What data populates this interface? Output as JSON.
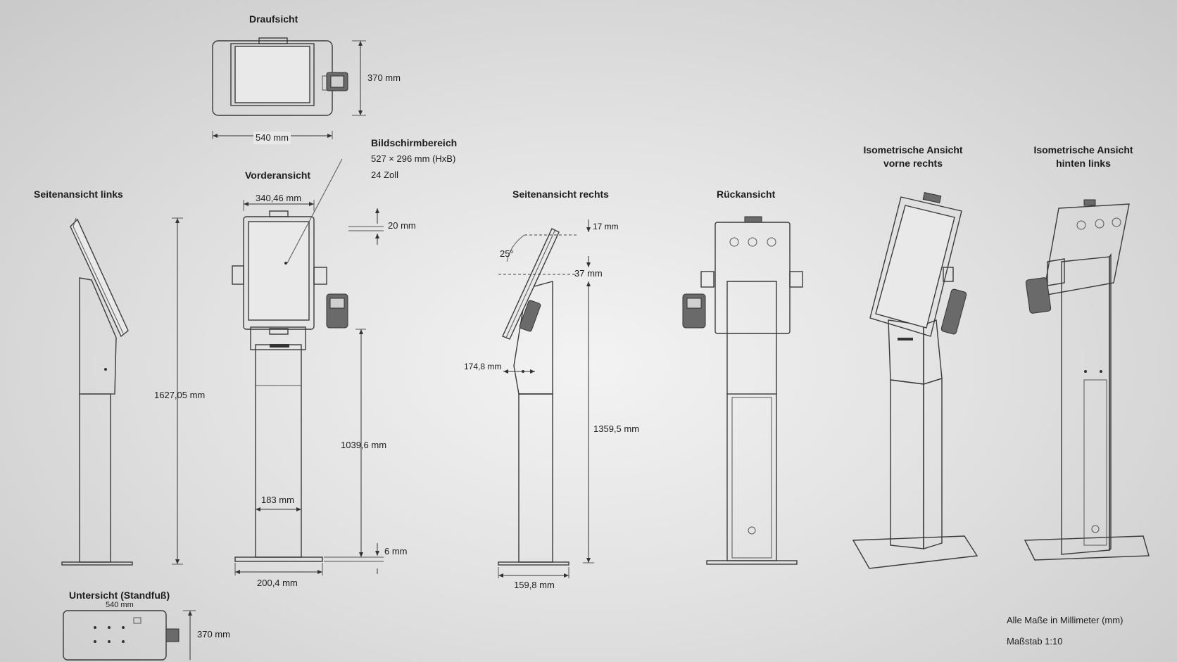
{
  "views": {
    "top": "Draufsicht",
    "front": "Vorderansicht",
    "left": "Seitenansicht links",
    "right": "Seitenansicht rechts",
    "back": "Rückansicht",
    "iso_front": "Isometrische Ansicht\nvorne rechts",
    "iso_back": "Isometrische Ansicht\nhinten links",
    "bottom": "Untersicht (Standfuß)"
  },
  "screen_callout": {
    "title": "Bildschirmbereich",
    "size": "527 × 296 mm (HxB)",
    "diagonal": "24 Zoll"
  },
  "dimensions": {
    "top_height": "370 mm",
    "top_width": "540 mm",
    "front_top_width": "340,46 mm",
    "front_top_offset": "20 mm",
    "column_width": "183 mm",
    "column_height": "1039,6 mm",
    "base_thickness": "6 mm",
    "base_width_front": "200,4 mm",
    "total_height": "1627,05 mm",
    "tilt_angle": "25°",
    "right_top_offset": "17 mm",
    "right_screen_offset": "37 mm",
    "right_column_depth": "174,8 mm",
    "right_height": "1359,5 mm",
    "base_depth_right": "159,8 mm",
    "bottom_depth": "370 mm",
    "bottom_width_partial": "540 mm"
  },
  "notes": {
    "units": "Alle Maße in Millimeter (mm)",
    "scale": "Maßstab 1:10"
  }
}
